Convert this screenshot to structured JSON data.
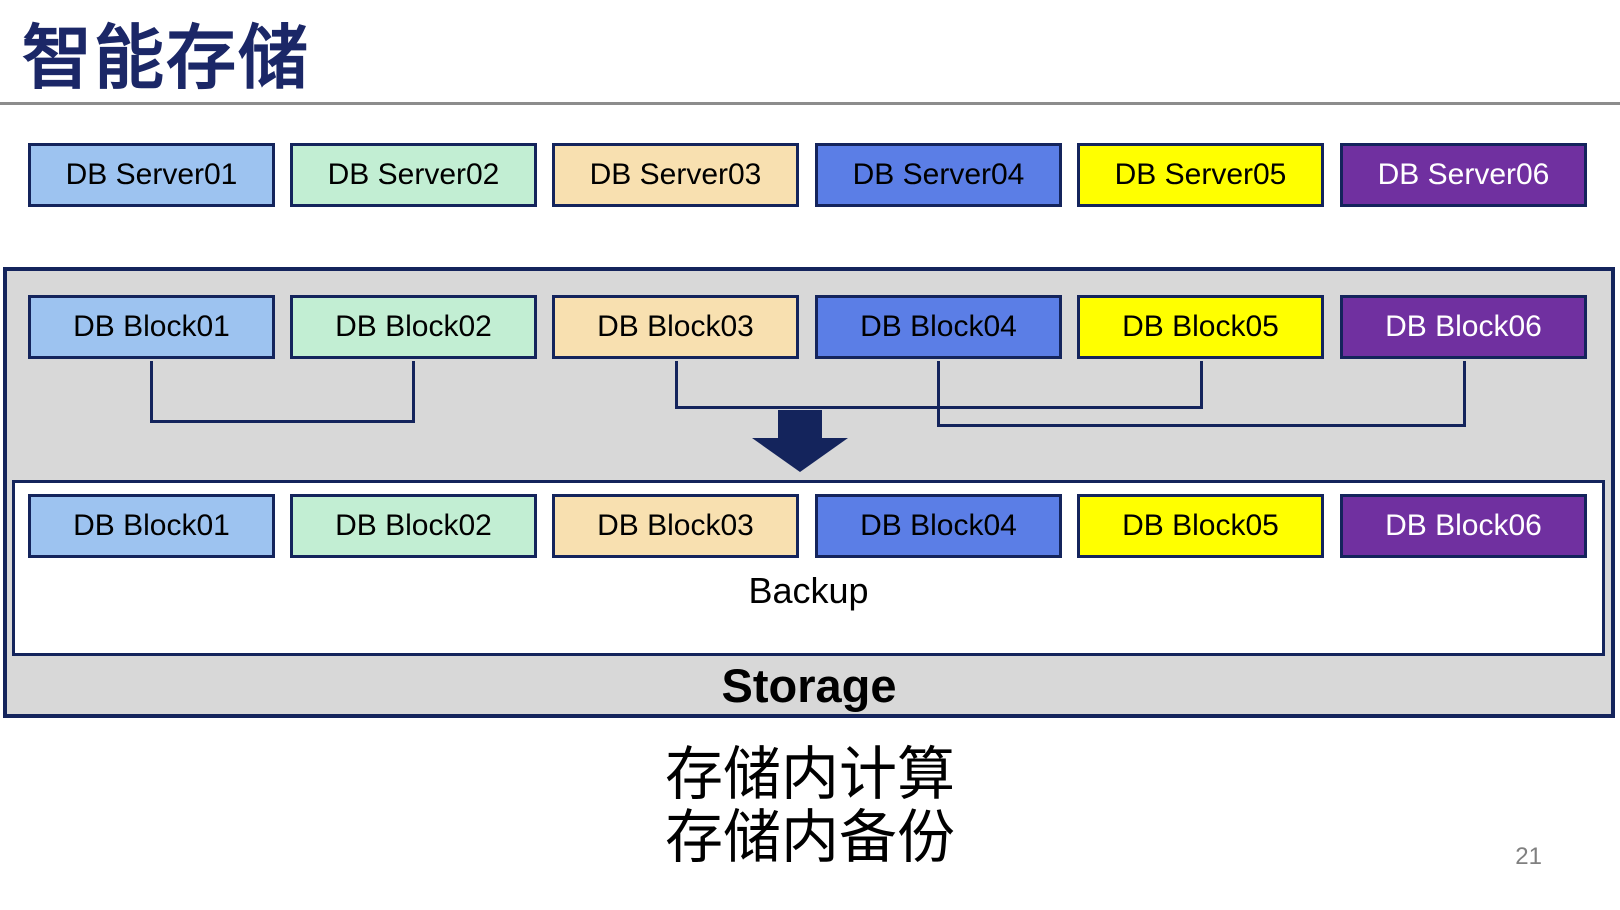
{
  "slide": {
    "title": "智能存储",
    "page_number": "21"
  },
  "palette": {
    "navy_line": "#14245C",
    "title_color": "#1B2767",
    "container_fill": "#D8D8D8",
    "divider_color": "#8C8C8C",
    "page_number_color": "#808080",
    "box_fills": [
      "#9DC3F0",
      "#C2EED3",
      "#F8E0B0",
      "#5B7EE6",
      "#FFFF00",
      "#7030A0"
    ],
    "box_text_colors": [
      "#000000",
      "#000000",
      "#000000",
      "#000000",
      "#000000",
      "#FFFFFF"
    ]
  },
  "server_row": [
    "DB Server01",
    "DB Server02",
    "DB Server03",
    "DB Server04",
    "DB Server05",
    "DB Server06"
  ],
  "block_row_top": [
    "DB Block01",
    "DB Block02",
    "DB Block03",
    "DB Block04",
    "DB Block05",
    "DB Block06"
  ],
  "block_row_bottom": [
    "DB Block01",
    "DB Block02",
    "DB Block03",
    "DB Block04",
    "DB Block05",
    "DB Block06"
  ],
  "storage": {
    "backup_label": "Backup",
    "storage_label": "Storage"
  },
  "caption": {
    "line1": "存储内计算",
    "line2": "存储内备份"
  }
}
